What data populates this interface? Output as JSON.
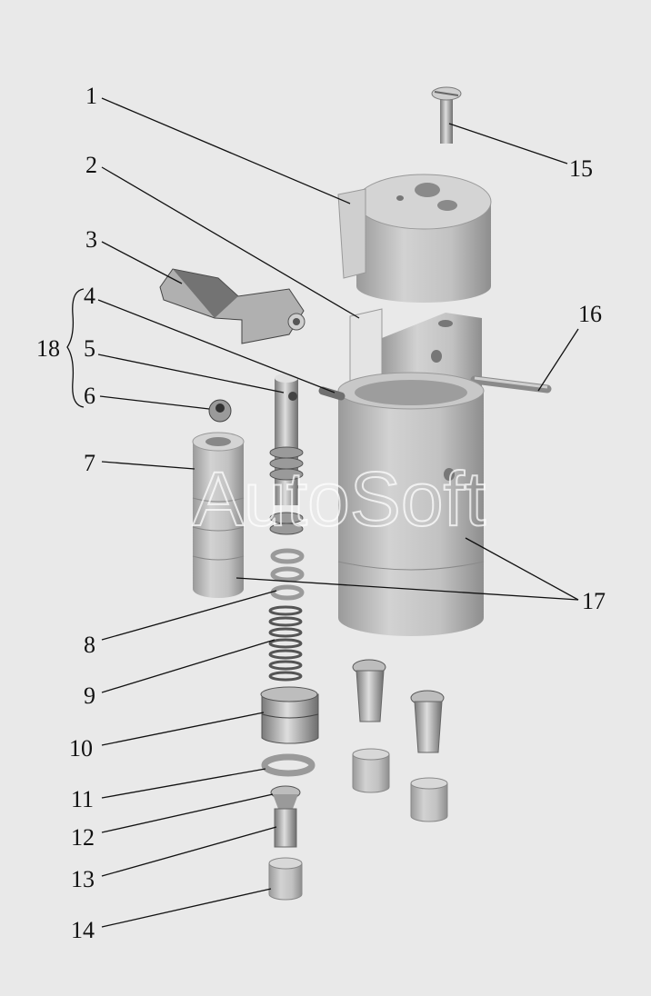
{
  "watermark": "AutoSoft",
  "callouts": {
    "c1": "1",
    "c2": "2",
    "c3": "3",
    "c4": "4",
    "c5": "5",
    "c6": "6",
    "c7": "7",
    "c8": "8",
    "c9": "9",
    "c10": "10",
    "c11": "11",
    "c12": "12",
    "c13": "13",
    "c14": "14",
    "c15": "15",
    "c16": "16",
    "c17": "17",
    "c18": "18"
  },
  "colors": {
    "background": "#e9e9e9",
    "part": "#b8b8b8",
    "part_light": "#d6d6d6",
    "part_dark": "#8c8c8c",
    "line": "#111111"
  }
}
